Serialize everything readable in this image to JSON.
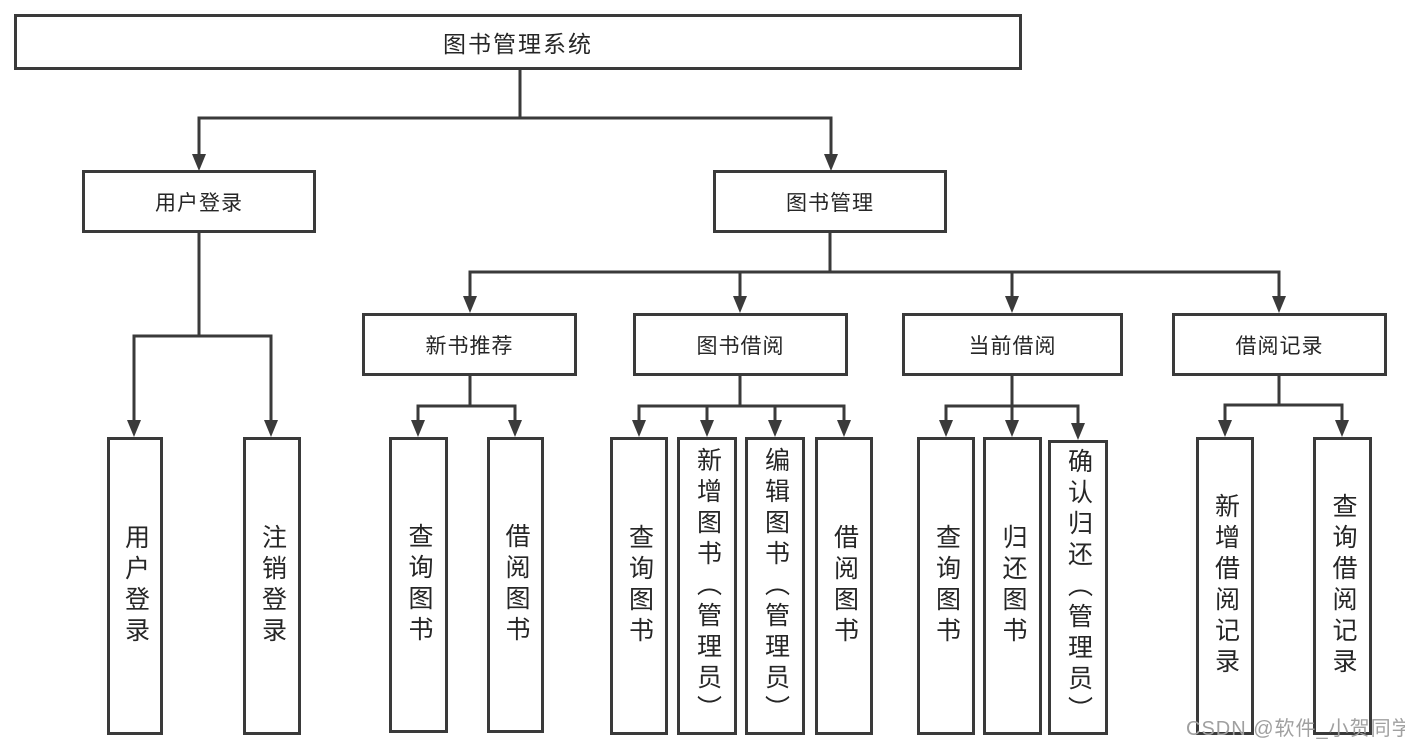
{
  "colors": {
    "line": "#3a3a3a",
    "text": "#262626",
    "background": "#ffffff",
    "watermark": "#a0a0a0"
  },
  "tree": {
    "label": "图书管理系统",
    "children": [
      {
        "label": "用户登录",
        "children": [
          {
            "label": "用户登录"
          },
          {
            "label": "注销登录"
          }
        ]
      },
      {
        "label": "图书管理",
        "children": [
          {
            "label": "新书推荐",
            "children": [
              {
                "label": "查询图书"
              },
              {
                "label": "借阅图书"
              }
            ]
          },
          {
            "label": "图书借阅",
            "children": [
              {
                "label": "查询图书"
              },
              {
                "label": "新增图书（管理员）"
              },
              {
                "label": "编辑图书（管理员）"
              },
              {
                "label": "借阅图书"
              }
            ]
          },
          {
            "label": "当前借阅",
            "children": [
              {
                "label": "查询图书"
              },
              {
                "label": "归还图书"
              },
              {
                "label": "确认归还（管理员）"
              }
            ]
          },
          {
            "label": "借阅记录",
            "children": [
              {
                "label": "新增借阅记录"
              },
              {
                "label": "查询借阅记录"
              }
            ]
          }
        ]
      }
    ]
  },
  "watermark": "CSDN @软件_小贺同学"
}
